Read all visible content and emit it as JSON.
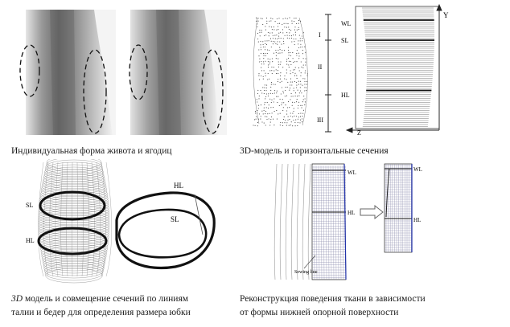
{
  "captions": {
    "top_left": "Индивидуальная форма живота и ягодиц",
    "top_right": "3D-модель и горизонтальные сечения",
    "bottom_left_italic": "3D",
    "bottom_left_line1_rest": " модель и совмещение сечений по линиям",
    "bottom_left_line2": "талии и бедер для определения размера юбки",
    "bottom_right_line1": "Реконструкция поведения ткани в зависимости",
    "bottom_right_line2": "от формы нижней опорной поверхности"
  },
  "labels": {
    "wl": "WL",
    "sl": "SL",
    "hl": "HL",
    "zone_1": "I",
    "zone_2": "II",
    "zone_3": "III",
    "axis_y": "Y",
    "axis_z": "Z",
    "sewing_line": "Sewing line"
  },
  "icons": {
    "arrow": "right-arrow-icon"
  }
}
